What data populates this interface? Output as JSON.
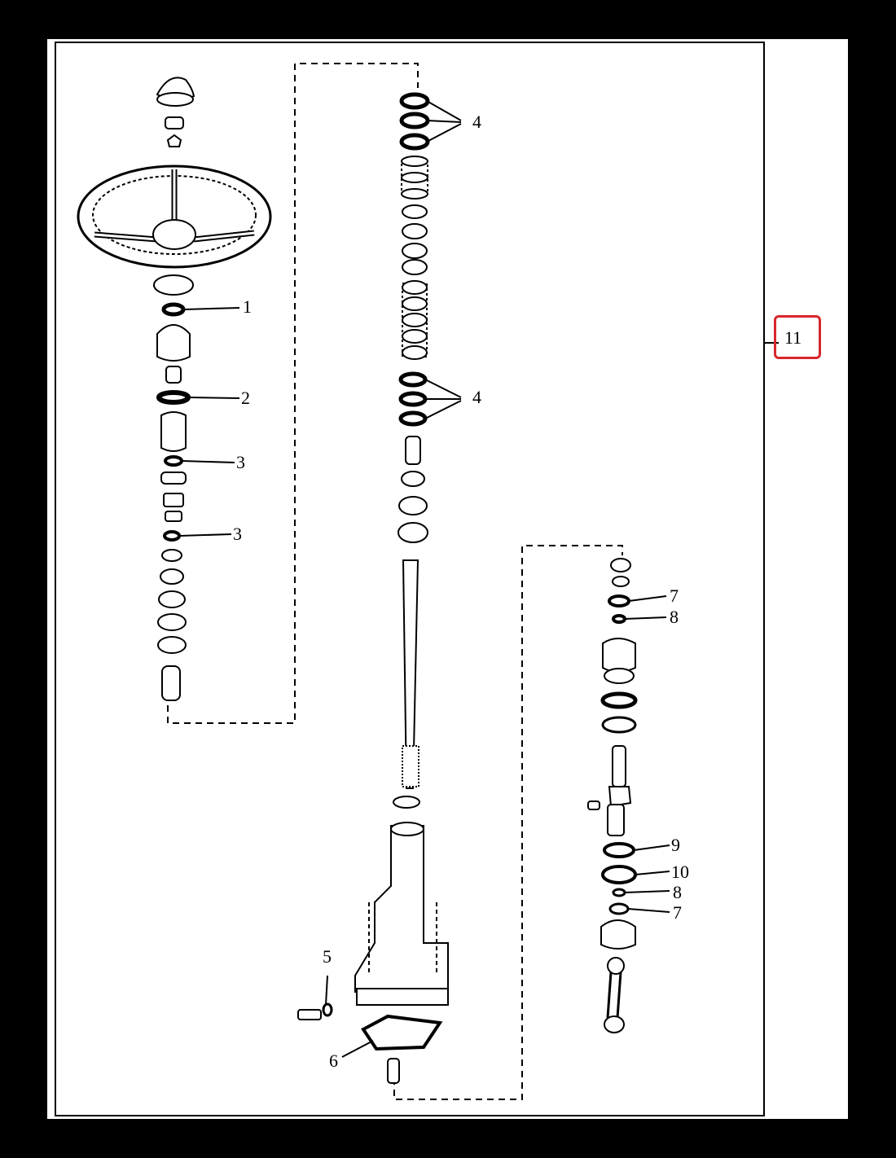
{
  "labels": {
    "l1": "1",
    "l2": "2",
    "l3a": "3",
    "l3b": "3",
    "l4a": "4",
    "l4b": "4",
    "l5": "5",
    "l6": "6",
    "l7a": "7",
    "l7b": "7",
    "l8a": "8",
    "l8b": "8",
    "l9": "9",
    "l10": "10",
    "l11": "11"
  },
  "colors": {
    "ink": "#000000",
    "paper": "#ffffff",
    "highlight": "#d9262c"
  }
}
